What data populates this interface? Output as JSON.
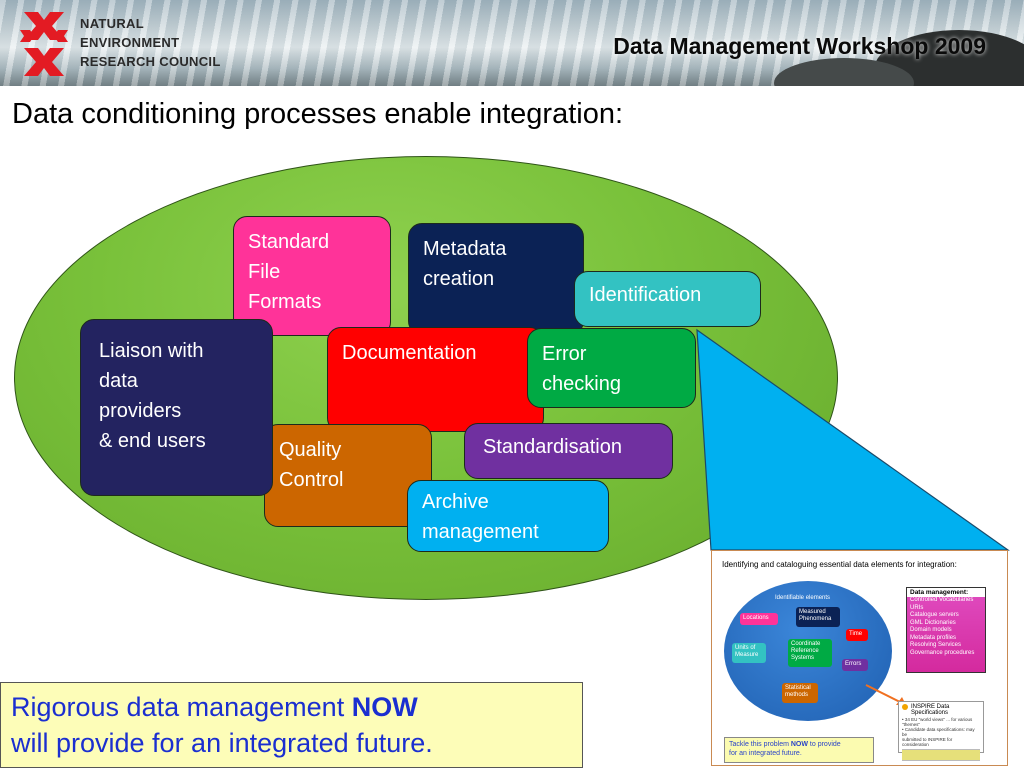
{
  "header": {
    "logo_lines": [
      "NATURAL",
      "ENVIRONMENT",
      "RESEARCH COUNCIL"
    ],
    "title": "Data Management Workshop 2009"
  },
  "headline": "Data conditioning processes enable integration:",
  "processes": {
    "standard_file_formats": [
      "Standard",
      "File",
      "Formats"
    ],
    "metadata_creation": [
      "Metadata",
      "creation"
    ],
    "identification": [
      "Identification"
    ],
    "liaison": [
      "Liaison with",
      "data",
      "providers",
      "& end users"
    ],
    "documentation": [
      "Documentation"
    ],
    "error_checking": [
      "Error",
      "checking"
    ],
    "quality_control": [
      "Quality",
      "Control"
    ],
    "standardisation": [
      "Standardisation"
    ],
    "archive_management": [
      "Archive",
      "management"
    ]
  },
  "colors": {
    "ellipse": "#7cc242",
    "standard_file_formats": "#ff3399",
    "metadata_creation": "#0b2255",
    "identification": "#33c2c2",
    "liaison": "#232360",
    "documentation": "#ff0000",
    "error_checking": "#00aa44",
    "quality_control": "#cc6600",
    "standardisation": "#7030a0",
    "archive_management": "#00b0f0",
    "wedge": "#00b0f0",
    "footer_text": "#1b2fd0",
    "footer_bg": "#fdfdb8"
  },
  "inset": {
    "title": "Identifying and cataloguing essential data elements for integration:",
    "diagram_label": "Identifiable elements",
    "elements": {
      "locations": "Locations",
      "measured_phenomena": [
        "Measured",
        "Phenomena"
      ],
      "time": "Time",
      "units": [
        "Units of",
        "Measure"
      ],
      "crs": [
        "Coordinate",
        "Reference",
        "Systems"
      ],
      "errors": "Errors",
      "statistical": [
        "Statistical",
        "methods"
      ]
    },
    "data_management": {
      "title": "Data management:",
      "items": [
        "Controlled Vocabularies",
        "URIs",
        "Catalogue servers",
        "GML Dictionaries",
        "Domain models",
        "Metadata profiles",
        "Resolving Services",
        "Governance procedures"
      ]
    },
    "inspire": {
      "title": "INSPIRE Data Specifications",
      "lines": [
        "• 34 EU \"world views\" ... for various \"themes\"",
        "• Candidate data specifications: may be",
        "  submitted to INSPIRE for consideration"
      ]
    },
    "tackle": {
      "prefix": "Tackle this problem ",
      "bold": "NOW",
      "suffix": " to provide",
      "line2": "for an integrated future."
    }
  },
  "footer": {
    "line1_prefix": "Rigorous data management ",
    "line1_bold": "NOW",
    "line2": "will provide for an integrated future."
  }
}
